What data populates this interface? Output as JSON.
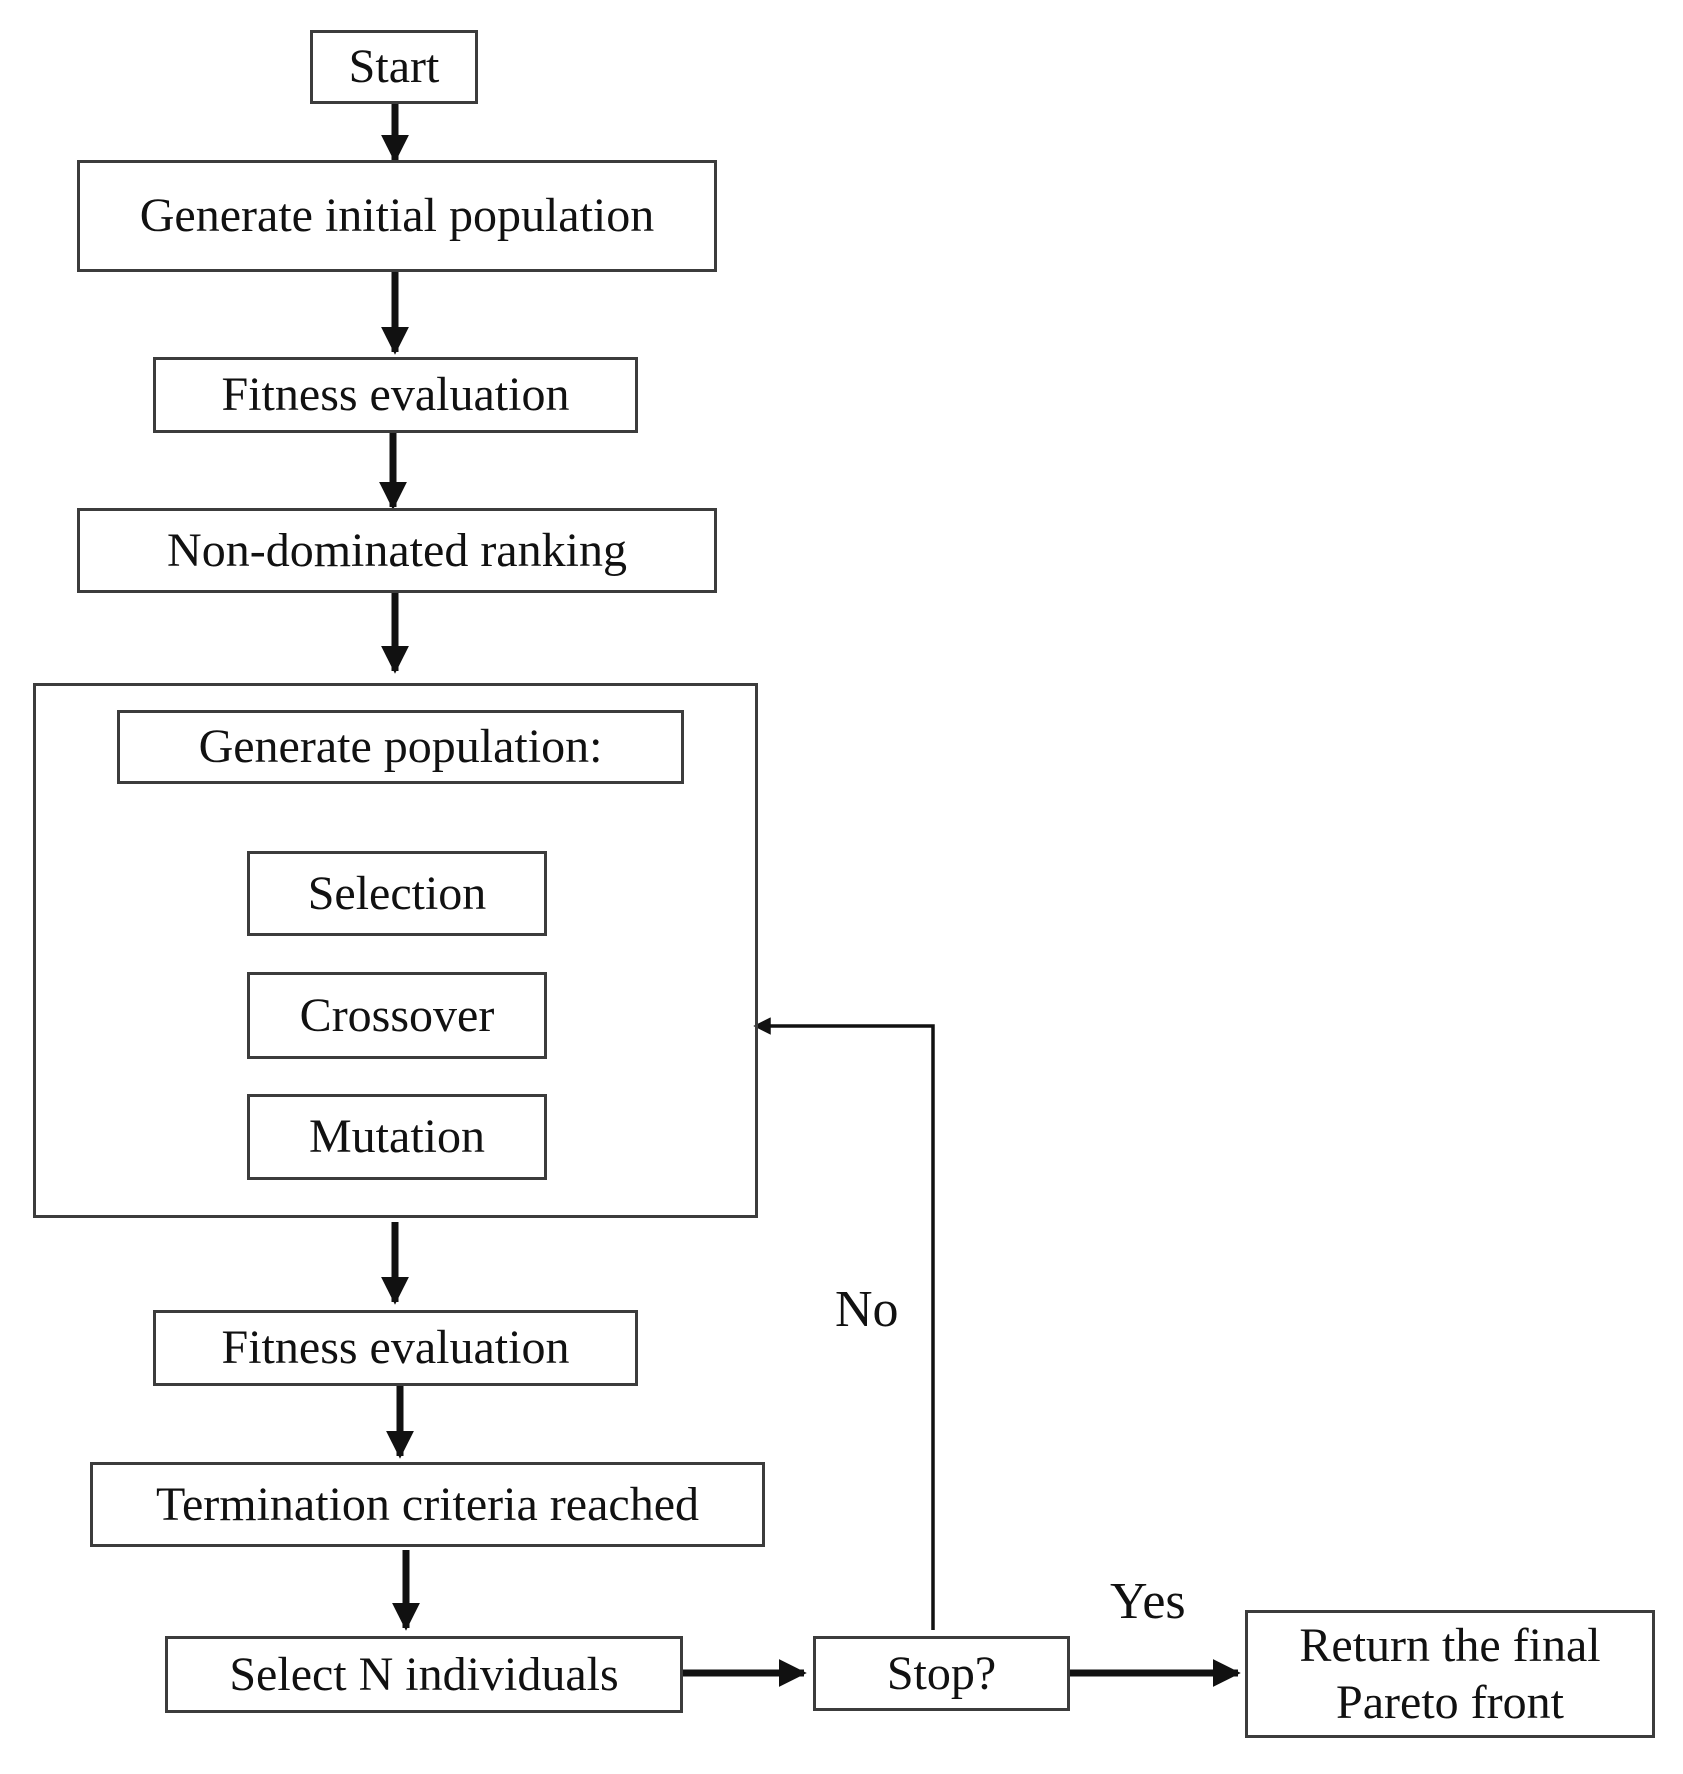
{
  "diagram": {
    "nodes": {
      "start": "Start",
      "generate_initial_population": "Generate initial population",
      "fitness_evaluation_1": "Fitness evaluation",
      "non_dominated_ranking": "Non-dominated ranking",
      "generate_population": "Generate population:",
      "selection": "Selection",
      "crossover": "Crossover",
      "mutation": "Mutation",
      "fitness_evaluation_2": "Fitness evaluation",
      "termination_criteria": "Termination criteria reached",
      "select_n_individuals": "Select N individuals",
      "stop": "Stop?",
      "return_final_line1": "Return the final",
      "return_final_line2": "Pareto front"
    },
    "edge_labels": {
      "no": "No",
      "yes": "Yes"
    },
    "colors": {
      "stroke": "#3c3c3c",
      "arrow": "#111111",
      "text": "#111111",
      "background": "#ffffff"
    }
  }
}
